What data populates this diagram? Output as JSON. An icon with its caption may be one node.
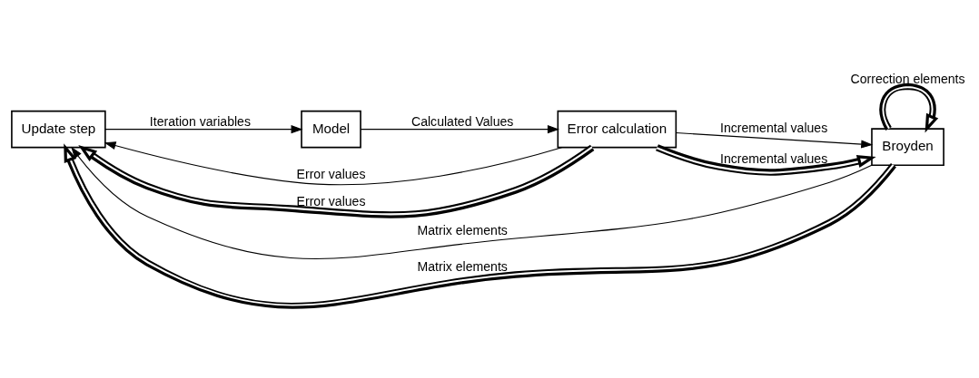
{
  "diagram": {
    "nodes": [
      {
        "text": [
          "Update step"
        ]
      },
      {
        "text": [
          "Model"
        ]
      },
      {
        "text": [
          "Error calculation"
        ]
      },
      {
        "text": [
          "Broyden"
        ]
      }
    ],
    "edges": [
      {
        "from": 3,
        "to": 0,
        "arrow": "to",
        "label": "Matrix elements"
      },
      {
        "from": 2,
        "to": 0,
        "arrow": "to",
        "label": "Error values"
      },
      {
        "from": 0,
        "to": 1,
        "arrow": "to",
        "label": "Iteration variables"
      },
      {
        "from": 1,
        "to": 2,
        "arrow": "to",
        "label": "Calculated Values"
      },
      {
        "from": 2,
        "to": 3,
        "arrow": "to",
        "label": "Incremental values"
      },
      {
        "from": 3,
        "to": 3,
        "arrow": "to",
        "label": "Correction elements",
        "style": "thick"
      },
      {
        "from": 2,
        "to": 0,
        "arrow": "to",
        "label": "Error values",
        "style": "thick"
      },
      {
        "from": 2,
        "to": 3,
        "arrow": "to",
        "label": "Incremental values",
        "style": "thick"
      },
      {
        "from": 3,
        "to": 0,
        "arrow": "to",
        "label": "Matrix elements",
        "style": "thick"
      }
    ]
  }
}
